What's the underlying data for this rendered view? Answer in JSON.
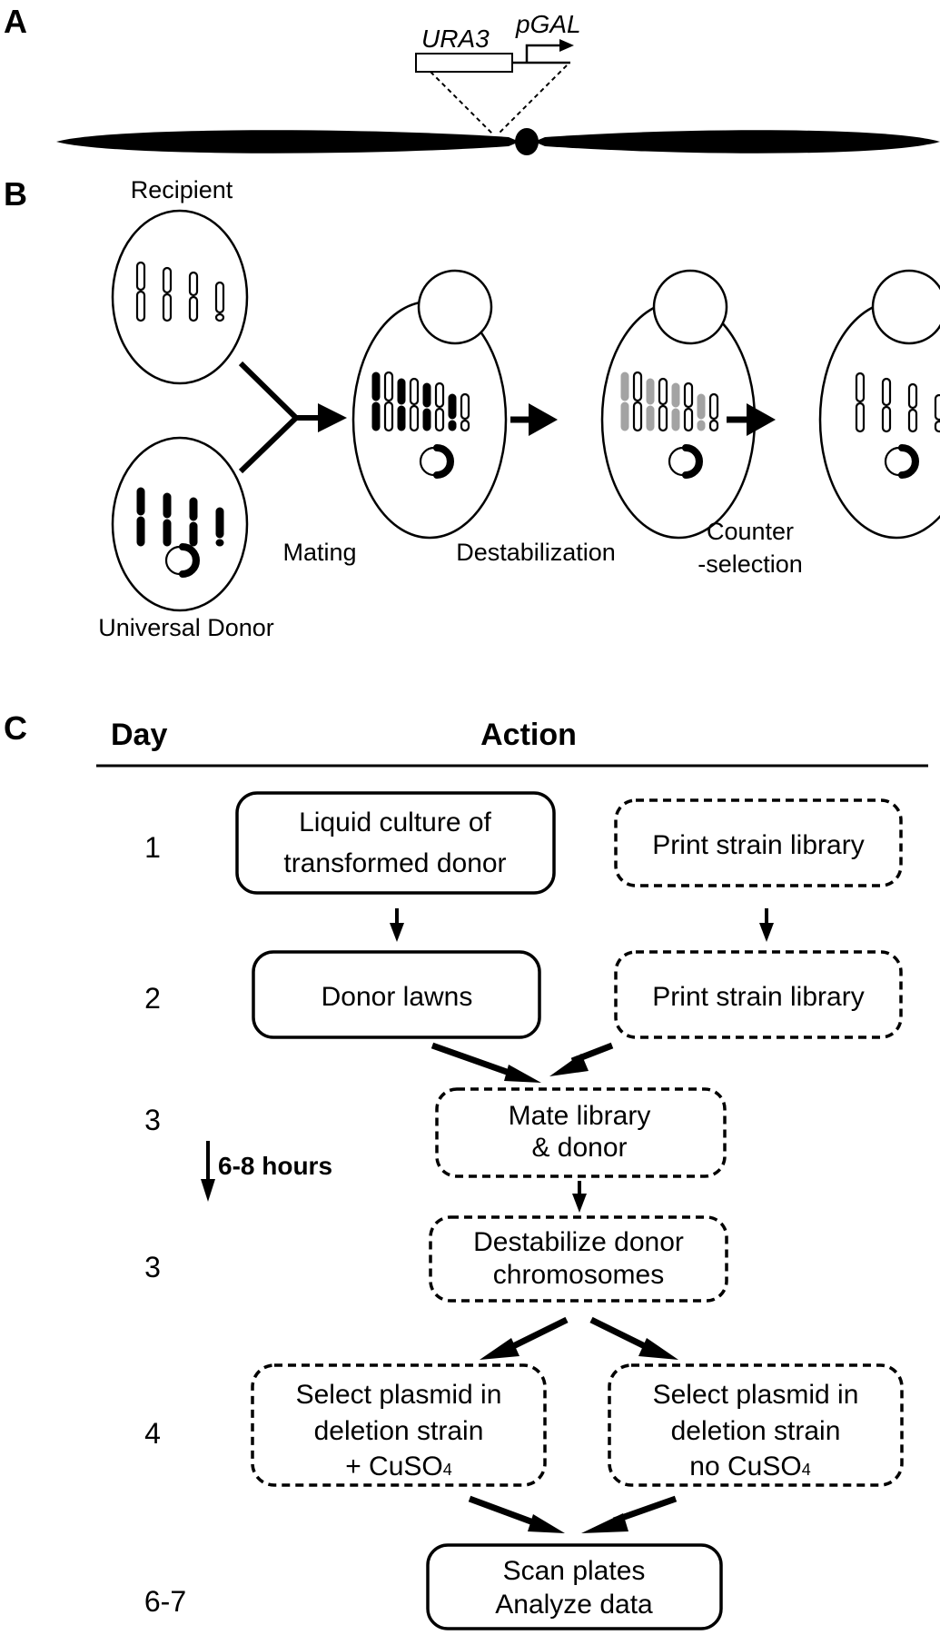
{
  "panel_a": {
    "label": "A",
    "gene_label": "URA3",
    "promoter_label": "pGAL"
  },
  "panel_b": {
    "label": "B",
    "recipient_label": "Recipient",
    "donor_label": "Universal Donor",
    "steps": [
      {
        "label": "Mating"
      },
      {
        "label": "Destabilization"
      },
      {
        "label_line1": "Counter",
        "label_line2": "-selection"
      }
    ],
    "colors": {
      "donor_chromosome": "#000000",
      "destabilized_chromosome": "#a3a3a3",
      "recipient_chromosome": "#ffffff"
    }
  },
  "panel_c": {
    "label": "C",
    "header_day": "Day",
    "header_action": "Action",
    "interval_label": "6-8 hours",
    "rows": [
      {
        "day": "1"
      },
      {
        "day": "2"
      },
      {
        "day": "3"
      },
      {
        "day": "3"
      },
      {
        "day": "4"
      },
      {
        "day": "6-7"
      }
    ],
    "boxes": {
      "liquid_culture": {
        "line1": "Liquid culture of",
        "line2": "transformed donor",
        "style": "solid"
      },
      "print_library_1": {
        "line1": "Print strain library",
        "style": "dashed"
      },
      "donor_lawns": {
        "line1": "Donor lawns",
        "style": "solid"
      },
      "print_library_2": {
        "line1": "Print strain library",
        "style": "dashed"
      },
      "mate": {
        "line1": "Mate library",
        "line2": "& donor",
        "style": "dashed"
      },
      "destabilize": {
        "line1": "Destabilize donor",
        "line2": "chromosomes",
        "style": "dashed"
      },
      "select_cu": {
        "line1": "Select plasmid in",
        "line2": "deletion strain",
        "line3_prefix": "+ CuSO",
        "line3_sub": "4",
        "style": "dashed"
      },
      "select_nocu": {
        "line1": "Select plasmid in",
        "line2": "deletion strain",
        "line3_prefix": "no CuSO",
        "line3_sub": "4",
        "style": "dashed"
      },
      "scan": {
        "line1": "Scan plates",
        "line2": "Analyze data",
        "style": "solid"
      }
    }
  }
}
